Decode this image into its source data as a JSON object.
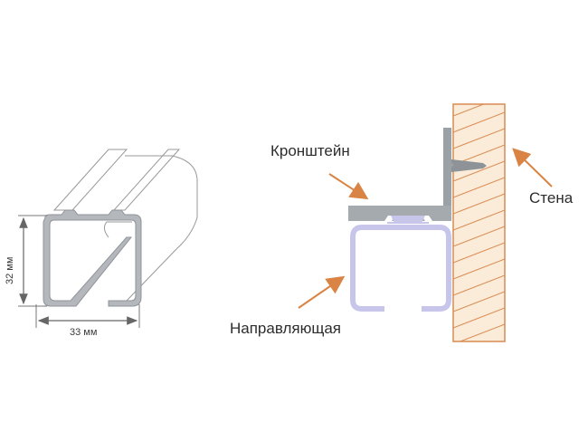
{
  "profile_view": {
    "height_label": "32 мм",
    "width_label": "33 мм"
  },
  "mount_view": {
    "bracket_label": "Кронштейн",
    "wall_label": "Стена",
    "rail_label": "Направляющая"
  },
  "colors": {
    "profile_gray": "#a9adb2",
    "bracket_gray": "#9ca1a6",
    "rail_lavender": "#c7c5ea",
    "wall_fill": "#fbecd9",
    "wall_stroke": "#d98b52",
    "arrow_orange": "#d98444",
    "dim_line": "#555555"
  }
}
